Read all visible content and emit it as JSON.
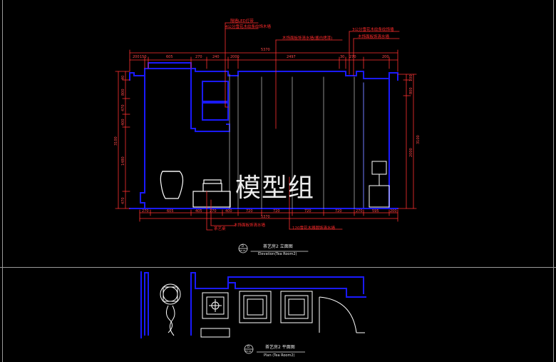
{
  "watermark": "模型组",
  "top_annotations": [
    "隔墙LED灯带",
    "4公分雪花木纹条纹饰木墙",
    "木饰面板饰清水墙(酱白烤漆)",
    "3公分雪花木纹条纹饰墙",
    "木饰面板饰清水墙"
  ],
  "top_total_dim": "5370",
  "top_dims": [
    "200",
    "150",
    "605",
    "270",
    "240",
    "2000",
    "2497",
    "30",
    "270",
    "200"
  ],
  "bottom_dims": [
    "270",
    "605",
    "405",
    "270",
    "400",
    "720",
    "720",
    "720",
    "720",
    "270",
    "595",
    "200"
  ],
  "bottom_total_dim": "5370",
  "left_dims": [
    "40",
    "800",
    "470",
    "400",
    "1480",
    "470"
  ],
  "left_total_dim": "3100",
  "right_dims": [
    "100",
    "800",
    "2000"
  ],
  "right_total_dim": "3100",
  "bottom_annotations": [
    "茶艺桌",
    "木饰面板饰清水墙",
    "120雪花木器圆饰清水墙"
  ],
  "elevation": {
    "bubble_top": "D",
    "bubble_bottom": "EP-04",
    "title": "茶艺房2  立面图",
    "subtitle": "Elevation(Tea Room2)"
  },
  "plan": {
    "bubble_top": "D",
    "bubble_bottom": "EP-04",
    "title": "茶艺房2  平面图",
    "subtitle": "Plan  (Tea Room2)"
  }
}
